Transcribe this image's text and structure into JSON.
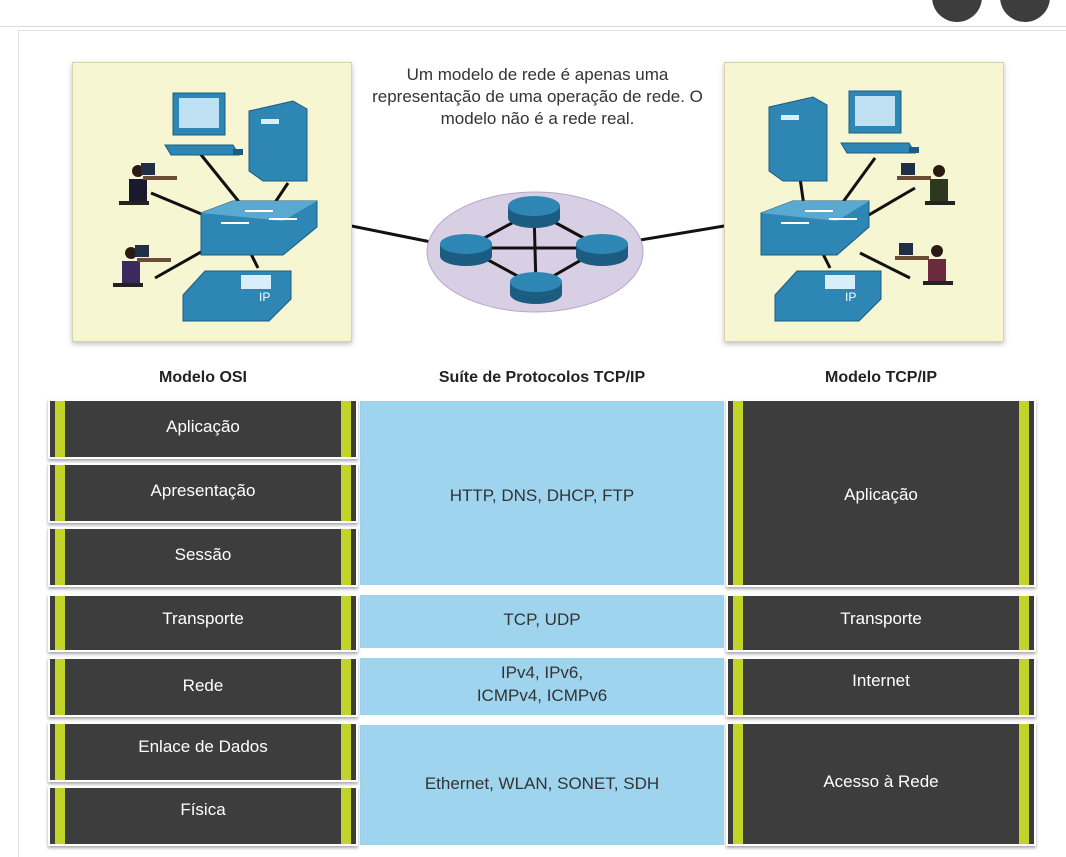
{
  "caption": "Um modelo de rede é apenas uma representação de uma operação de rede. O modelo não é a rede real.",
  "headers": {
    "osi": "Modelo OSI",
    "protocols": "Suíte de Protocolos TCP/IP",
    "tcpip": "Modelo TCP/IP"
  },
  "osi_layers": [
    "Aplicação",
    "Apresentação",
    "Sessão",
    "Transporte",
    "Rede",
    "Enlace de Dados",
    "Física"
  ],
  "protocols": {
    "app": "HTTP, DNS, DHCP, FTP",
    "transport": "TCP, UDP",
    "network_1": "IPv4, IPv6,",
    "network_2": "ICMPv4, ICMPv6",
    "link": "Ethernet, WLAN, SONET, SDH"
  },
  "tcpip_layers": [
    "Aplicação",
    "Transporte",
    "Internet",
    "Acesso à Rede"
  ],
  "phone_label": "IP",
  "colors": {
    "layer": "#3d3d3d",
    "accent": "#c2d42a",
    "protocol_band": "#9fd4ee",
    "panel": "#f7f6d2",
    "device": "#2d86b4",
    "cloud": "#d9cfe5"
  }
}
